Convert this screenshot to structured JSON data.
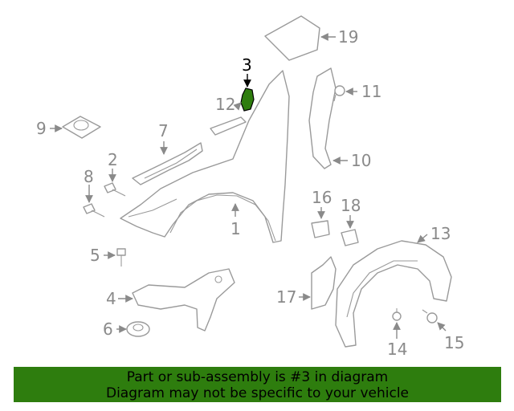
{
  "diagram": {
    "highlight_color": "#2e7d0e",
    "callouts": [
      "1",
      "2",
      "3",
      "4",
      "5",
      "6",
      "7",
      "8",
      "9",
      "10",
      "11",
      "12",
      "13",
      "14",
      "15",
      "16",
      "17",
      "18",
      "19"
    ],
    "highlighted_callout": "3"
  },
  "banner": {
    "line1": "Part or sub-assembly is #3 in diagram",
    "line2": "Diagram may not be specific to your vehicle",
    "background": "#2e7d0e"
  }
}
